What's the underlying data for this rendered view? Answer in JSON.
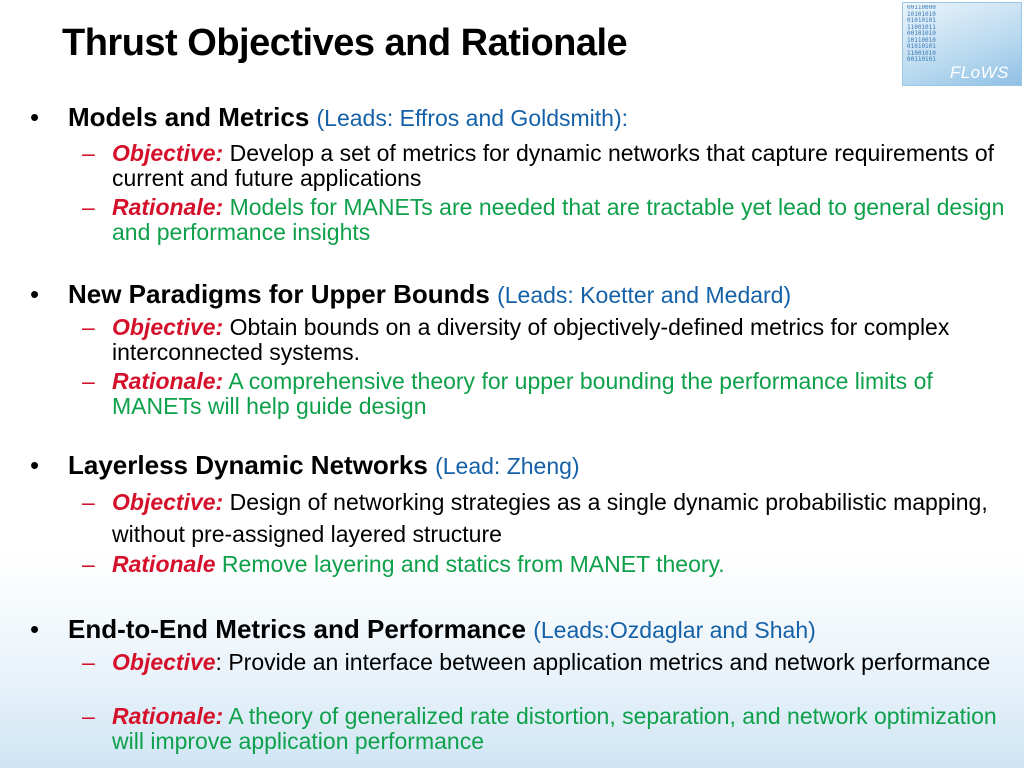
{
  "title": "Thrust Objectives and Rationale",
  "logo": {
    "text": "FLoWS",
    "bits": "00110000\n10101010\n01010101\n11001011\n00101010\n10110010\n01010101\n11001010\n00110101"
  },
  "bullet_symbol": "•",
  "dash_symbol": "–",
  "sections": [
    {
      "title": "Models and Metrics",
      "leads": "(Leads: Effros and Goldsmith):",
      "objective_label": "Objective:",
      "objective_text": "Develop a set of metrics for dynamic networks that capture requirements of current and future applications",
      "rationale_label": "Rationale:",
      "rationale_text": "Models for MANETs are needed that are tractable yet lead to general design and performance insights"
    },
    {
      "title": "New Paradigms for Upper Bounds",
      "leads": "(Leads: Koetter and Medard)",
      "objective_label": "Objective:",
      "objective_text": "Obtain bounds on a diversity of objectively-defined metrics for complex interconnected systems.",
      "rationale_label": "Rationale:",
      "rationale_text": "A comprehensive theory for upper bounding the performance limits of MANETs will help guide design"
    },
    {
      "title": "Layerless Dynamic Networks",
      "leads": "(Lead: Zheng)",
      "objective_label": "Objective:",
      "objective_text": "Design of networking strategies as a single dynamic probabilistic mapping, without pre-assigned layered structure",
      "rationale_label": "Rationale",
      "rationale_text": "Remove layering and statics from MANET theory."
    },
    {
      "title": "End-to-End Metrics and Performance",
      "leads": "(Leads:Ozdaglar and Shah)",
      "objective_label": "Objective",
      "objective_text": ": Provide an interface between application metrics and network performance",
      "rationale_label": "Rationale:",
      "rationale_text": " A theory of generalized rate distortion, separation, and network optimization will improve application performance"
    }
  ]
}
